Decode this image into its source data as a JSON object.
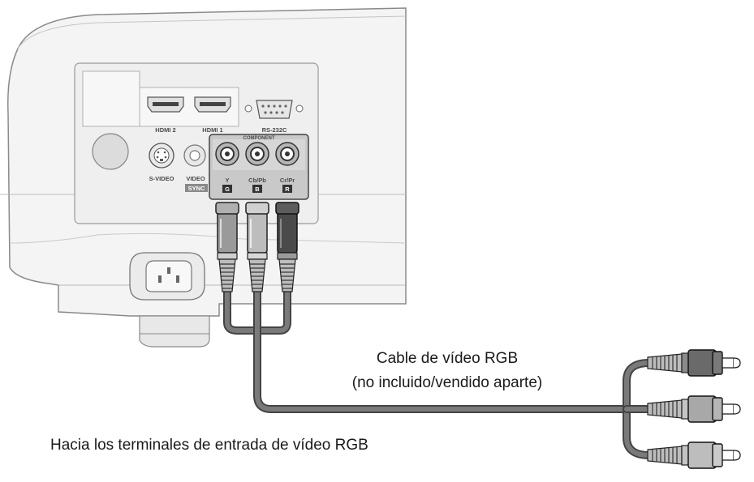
{
  "ports": {
    "hdmi2": "HDMI 2",
    "hdmi1": "HDMI 1",
    "rs232c": "RS-232C",
    "svideo": "S-VIDEO",
    "video": "VIDEO",
    "sync": "SYNC",
    "component": "COMPONENT",
    "y": "Y",
    "g": "G",
    "cb_pb": "Cb/Pb",
    "b": "B",
    "cr_pr": "Cr/Pr",
    "r": "R"
  },
  "captions": {
    "cable_line1": "Cable de vídeo RGB",
    "cable_line2": "(no incluido/vendido aparte)",
    "terminals": "Hacia los terminales de entrada de vídeo RGB"
  },
  "colors": {
    "cable": "#707070",
    "plug_y_g": "#9a9a9a",
    "plug_cb_b": "#bdbdbd",
    "plug_cr_r": "#4a4a4a"
  }
}
